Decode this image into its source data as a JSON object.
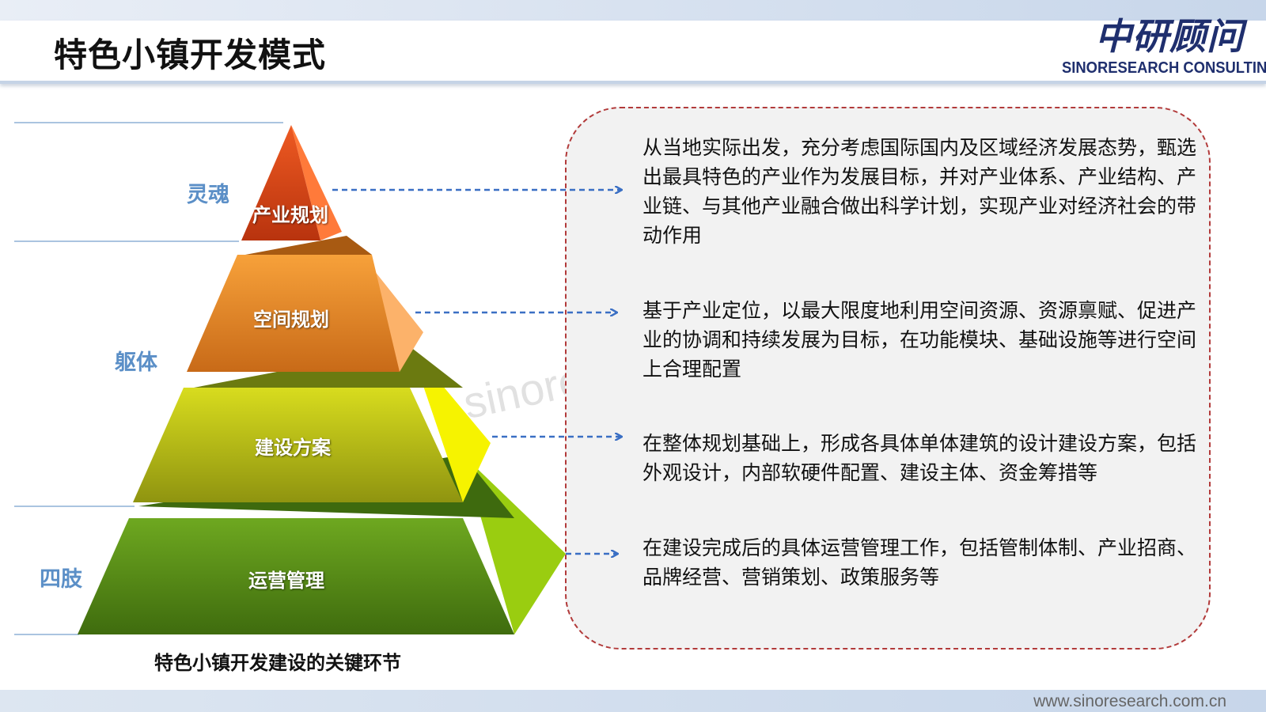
{
  "header": {
    "title": "特色小镇开发模式",
    "logo_cn": "中研顾问",
    "logo_en": "SINORESEARCH CONSULTING"
  },
  "footer": {
    "website": "www.sinoresearch.com.cn"
  },
  "watermark": "sinore",
  "pyramid": {
    "caption": "特色小镇开发建设的关键环节",
    "levels": [
      {
        "label": "灵魂"
      },
      {
        "label": "躯体"
      },
      {
        "label": "四肢"
      }
    ],
    "tiers": [
      {
        "label": "产业规划",
        "color": "#d8401a"
      },
      {
        "label": "空间规划",
        "color": "#f3912d"
      },
      {
        "label": "建设方案",
        "color": "#c9cf12"
      },
      {
        "label": "运营管理",
        "color": "#5f9a1a"
      }
    ]
  },
  "descriptions": [
    "从当地实际出发，充分考虑国际国内及区域经济发展态势，甄选出最具特色的产业作为发展目标，并对产业体系、产业结构、产业链、与其他产业融合做出科学计划，实现产业对经济社会的带动作用",
    "基于产业定位，以最大限度地利用空间资源、资源禀赋、促进产业的协调和持续发展为目标，在功能模块、基础设施等进行空间上合理配置",
    "在整体规划基础上，形成各具体单体建筑的设计建设方案，包括外观设计，内部软硬件配置、建设主体、资金筹措等",
    "在建设完成后的具体运营管理工作，包括管制体制、产业招商、品牌经营、营销策划、政策服务等"
  ],
  "colors": {
    "arrow": "#3a6fc4",
    "box_border": "#b23a3a",
    "level_label": "#5b8fc7"
  }
}
